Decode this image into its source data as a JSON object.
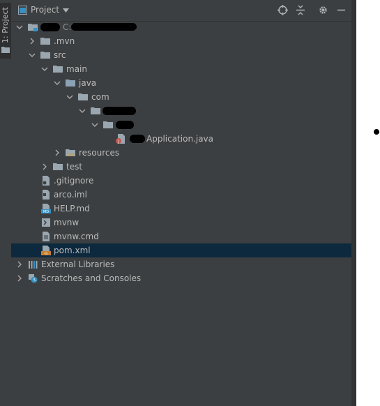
{
  "sidebar": {
    "tab_label": "1: Project",
    "tab_icon": "folder-icon"
  },
  "header": {
    "title": "Project",
    "icons": [
      "project-view-icon",
      "dropdown-arrow-icon",
      "locate-icon",
      "collapse-all-icon",
      "gear-icon",
      "minimize-icon"
    ]
  },
  "tree": {
    "root": {
      "path": "C:₩...₩...₩...₩..."
    },
    "mvn": ".mvn",
    "src": "src",
    "main": "main",
    "java": "java",
    "com": "com",
    "app_file": "Application.java",
    "resources": "resources",
    "test": "test",
    "gitignore": ".gitignore",
    "iml": "arco.iml",
    "help": "HELP.md",
    "mvnw": "mvnw",
    "mvnw_cmd": "mvnw.cmd",
    "pom": "pom.xml",
    "ext_libs": "External Libraries",
    "scratches": "Scratches and Consoles"
  },
  "colors": {
    "panel_bg": "#3c3f41",
    "selected_row": "#0d293e",
    "text": "#bbbbbb",
    "folder": "#9aa7b0",
    "java_red": "#c75450",
    "maven_orange": "#c9812a"
  }
}
